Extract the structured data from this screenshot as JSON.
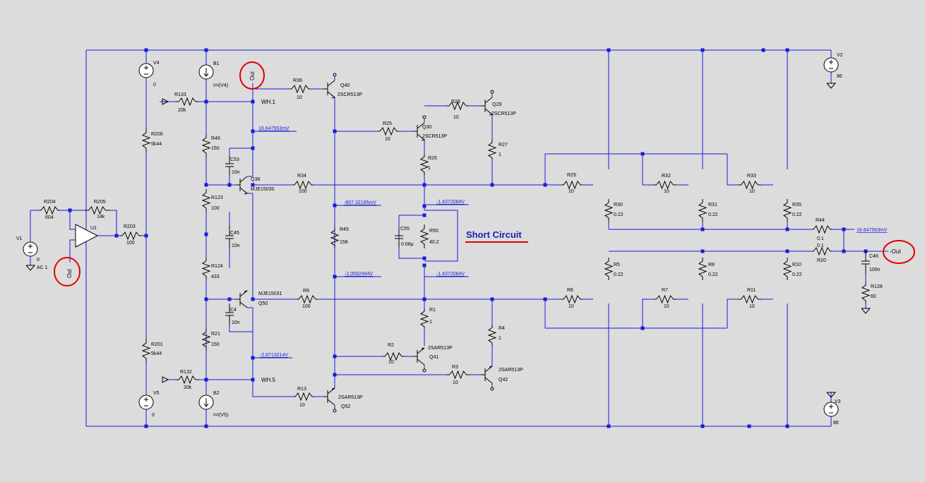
{
  "title": "Short Circuit",
  "colors": {
    "wire": "#1a1adc",
    "annotation_circle": "#e00000",
    "title": "#1c1cbe",
    "background": "#dcdcdc"
  },
  "nets": {
    "out1": "Out",
    "out2": "Out",
    "out3": "-Out",
    "wh1": "WH.1",
    "wh5": "WH.5"
  },
  "voltage_labels": {
    "v1": "16.647563mV",
    "v2": "-807.32185mV",
    "v3": "-1.4372084V",
    "v4": "-2.0592494V",
    "v5": "-1.4372084V",
    "v6": "-2.8713214V",
    "v7": "16.647563mV"
  },
  "parts": {
    "V1": {
      "name": "V1",
      "val": "0",
      "val2": "AC 1"
    },
    "V2": {
      "name": "V2",
      "val": "86"
    },
    "V3": {
      "name": "V3",
      "val": "86"
    },
    "V4": {
      "name": "V4",
      "val": "0"
    },
    "V5": {
      "name": "V5",
      "val": "0"
    },
    "B1": {
      "name": "B1",
      "val": "I=I(V4)"
    },
    "B2": {
      "name": "B2",
      "val": "I=I(V5)"
    },
    "U1": {
      "name": "U1"
    },
    "R204": {
      "name": "R204",
      "val": "604"
    },
    "R205": {
      "name": "R205",
      "val": "14k"
    },
    "R203": {
      "name": "R203",
      "val": "100"
    },
    "R200": {
      "name": "R200",
      "val": "5k44"
    },
    "R201": {
      "name": "R201",
      "val": "5k44"
    },
    "R133": {
      "name": "R133",
      "val": "20k"
    },
    "R132": {
      "name": "R132",
      "val": "20k"
    },
    "R46": {
      "name": "R46",
      "val": "150"
    },
    "R123": {
      "name": "R123",
      "val": "100"
    },
    "R124": {
      "name": "R124",
      "val": "433"
    },
    "R21": {
      "name": "R21",
      "val": "150"
    },
    "C53": {
      "name": "C53",
      "val": "10n"
    },
    "C45": {
      "name": "C45",
      "val": "10n"
    },
    "C4": {
      "name": "C4",
      "val": "10n"
    },
    "Q38": {
      "name": "Q38",
      "val": "MJE15030"
    },
    "Q50": {
      "name": "Q50",
      "val": "MJE15031"
    },
    "R36": {
      "name": "R36",
      "val": "10"
    },
    "Q40": {
      "name": "Q40",
      "val": "2SCR513P"
    },
    "R34": {
      "name": "R34",
      "val": "100"
    },
    "R9": {
      "name": "R9",
      "val": "100"
    },
    "R45": {
      "name": "R45",
      "val": "158"
    },
    "R13": {
      "name": "R13",
      "val": "10"
    },
    "Q52": {
      "name": "Q52",
      "val": "2SAR513P"
    },
    "R25": {
      "name": "R25",
      "val": "10"
    },
    "Q30": {
      "name": "Q30",
      "val": "2SCR513P"
    },
    "R26": {
      "name": "R26",
      "val": "1"
    },
    "R28": {
      "name": "R28",
      "val": "10"
    },
    "Q29": {
      "name": "Q29",
      "val": "2SCR513P"
    },
    "R27": {
      "name": "R27",
      "val": "1"
    },
    "C55": {
      "name": "C55",
      "val": "0.68µ"
    },
    "R50": {
      "name": "R50",
      "val": "40.2"
    },
    "R1": {
      "name": "R1",
      "val": "1"
    },
    "R2": {
      "name": "R2",
      "val": "10"
    },
    "Q41": {
      "name": "Q41",
      "val": "2SAR513P"
    },
    "R3": {
      "name": "R3",
      "val": "10"
    },
    "Q42": {
      "name": "Q42",
      "val": "2SAR513P"
    },
    "R4": {
      "name": "R4",
      "val": "1"
    },
    "R29": {
      "name": "R29",
      "val": "10"
    },
    "R32": {
      "name": "R32",
      "val": "10"
    },
    "R33": {
      "name": "R33",
      "val": "10"
    },
    "R30": {
      "name": "R30",
      "val": "0.22"
    },
    "R31": {
      "name": "R31",
      "val": "0.22"
    },
    "R35": {
      "name": "R35",
      "val": "0.22"
    },
    "R6": {
      "name": "R6",
      "val": "10"
    },
    "R7": {
      "name": "R7",
      "val": "10"
    },
    "R11": {
      "name": "R11",
      "val": "10"
    },
    "R5": {
      "name": "R5",
      "val": "0.22"
    },
    "R8": {
      "name": "R8",
      "val": "0.22"
    },
    "R10": {
      "name": "R10",
      "val": "0.22"
    },
    "R44": {
      "name": "R44",
      "val": "0.1"
    },
    "R20": {
      "name": "R20",
      "val": "0.1"
    },
    "C46": {
      "name": "C46",
      "val": "100n"
    },
    "R128": {
      "name": "R128",
      "val": "60"
    }
  }
}
